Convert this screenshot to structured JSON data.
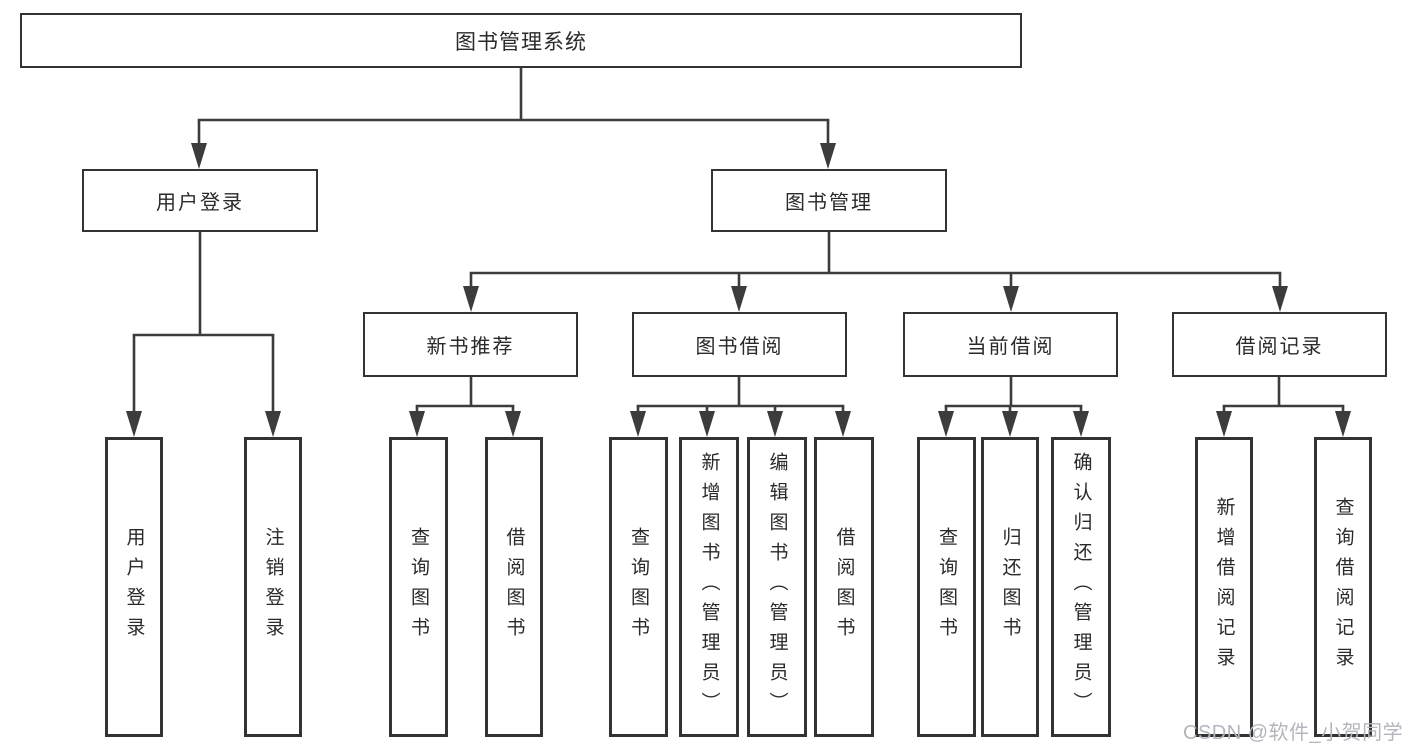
{
  "diagram": {
    "root": {
      "label": "图书管理系统"
    },
    "level2": [
      {
        "label": "用户登录"
      },
      {
        "label": "图书管理"
      }
    ],
    "level3": [
      {
        "label": "新书推荐",
        "parent": "图书管理"
      },
      {
        "label": "图书借阅",
        "parent": "图书管理"
      },
      {
        "label": "当前借阅",
        "parent": "图书管理"
      },
      {
        "label": "借阅记录",
        "parent": "图书管理"
      }
    ],
    "leaves": [
      {
        "label": "用户登录",
        "parent": "用户登录"
      },
      {
        "label": "注销登录",
        "parent": "用户登录"
      },
      {
        "label": "查询图书",
        "parent": "新书推荐"
      },
      {
        "label": "借阅图书",
        "parent": "新书推荐"
      },
      {
        "label": "查询图书",
        "parent": "图书借阅"
      },
      {
        "label": "新增图书（管理员）",
        "parent": "图书借阅"
      },
      {
        "label": "编辑图书（管理员）",
        "parent": "图书借阅"
      },
      {
        "label": "借阅图书",
        "parent": "图书借阅"
      },
      {
        "label": "查询图书",
        "parent": "当前借阅"
      },
      {
        "label": "归还图书",
        "parent": "当前借阅"
      },
      {
        "label": "确认归还（管理员）",
        "parent": "当前借阅"
      },
      {
        "label": "新增借阅记录",
        "parent": "借阅记录"
      },
      {
        "label": "查询借阅记录",
        "parent": "借阅记录"
      }
    ]
  },
  "watermark": "CSDN @软件_小贺同学",
  "colors": {
    "line": "#3c3c3c",
    "box_border": "#333333",
    "text": "#2a2a2a",
    "watermark": "#b3b6bd",
    "background": "#ffffff"
  }
}
